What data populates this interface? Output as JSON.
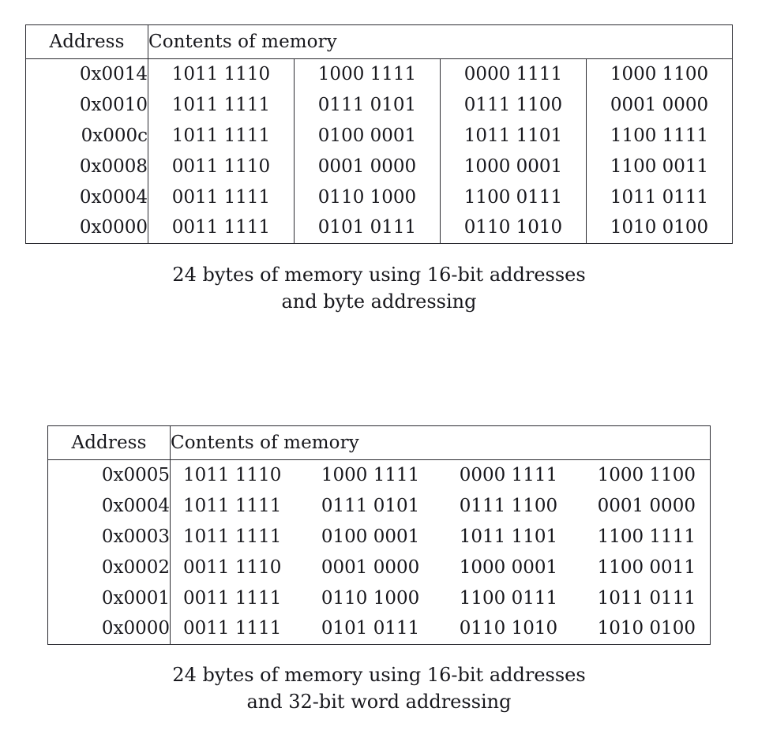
{
  "figures": [
    {
      "id": "byte-addressing",
      "columns": {
        "address": "Address",
        "contents": "Contents of memory"
      },
      "rows": [
        {
          "address": "0x0014",
          "bytes": [
            "1011 1110",
            "1000 1111",
            "0000 1111",
            "1000 1100"
          ]
        },
        {
          "address": "0x0010",
          "bytes": [
            "1011 1111",
            "0111 0101",
            "0111 1100",
            "0001 0000"
          ]
        },
        {
          "address": "0x000c",
          "bytes": [
            "1011 1111",
            "0100 0001",
            "1011 1101",
            "1100 1111"
          ]
        },
        {
          "address": "0x0008",
          "bytes": [
            "0011 1110",
            "0001 0000",
            "1000 0001",
            "1100 0011"
          ]
        },
        {
          "address": "0x0004",
          "bytes": [
            "0011 1111",
            "0110 1000",
            "1100 0111",
            "1011 0111"
          ]
        },
        {
          "address": "0x0000",
          "bytes": [
            "0011 1111",
            "0101 0111",
            "0110 1010",
            "1010 0100"
          ]
        }
      ],
      "caption_line1": "24 bytes of memory using 16-bit addresses",
      "caption_line2": "and byte addressing"
    },
    {
      "id": "word-addressing",
      "columns": {
        "address": "Address",
        "contents": "Contents of memory"
      },
      "rows": [
        {
          "address": "0x0005",
          "bytes": [
            "1011 1110",
            "1000 1111",
            "0000 1111",
            "1000 1100"
          ]
        },
        {
          "address": "0x0004",
          "bytes": [
            "1011 1111",
            "0111 0101",
            "0111 1100",
            "0001 0000"
          ]
        },
        {
          "address": "0x0003",
          "bytes": [
            "1011 1111",
            "0100 0001",
            "1011 1101",
            "1100 1111"
          ]
        },
        {
          "address": "0x0002",
          "bytes": [
            "0011 1110",
            "0001 0000",
            "1000 0001",
            "1100 0011"
          ]
        },
        {
          "address": "0x0001",
          "bytes": [
            "0011 1111",
            "0110 1000",
            "1100 0111",
            "1011 0111"
          ]
        },
        {
          "address": "0x0000",
          "bytes": [
            "0011 1111",
            "0101 0111",
            "0110 1010",
            "1010 0100"
          ]
        }
      ],
      "caption_line1": "24 bytes of memory using 16-bit addresses",
      "caption_line2": "and 32-bit word addressing"
    }
  ],
  "colors": {
    "rule": "#2b2b31",
    "text": "#17171c",
    "background": "#ffffff"
  }
}
